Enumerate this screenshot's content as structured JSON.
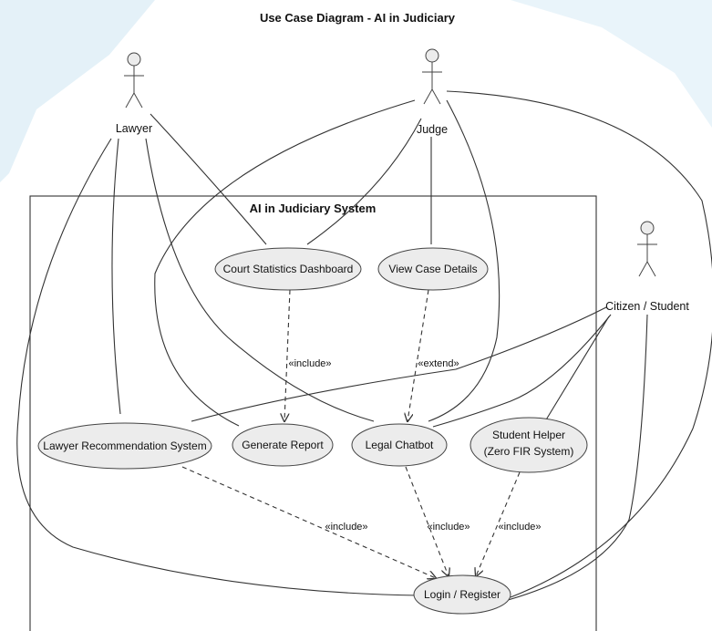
{
  "title": "Use Case Diagram - AI in Judiciary",
  "system": {
    "name": "AI in Judiciary System"
  },
  "actors": {
    "lawyer": "Lawyer",
    "judge": "Judge",
    "citizen": "Citizen / Student"
  },
  "use_cases": {
    "court_stats": "Court Statistics Dashboard",
    "view_case": "View Case Details",
    "lawyer_rec": "Lawyer Recommendation System",
    "gen_report": "Generate Report",
    "legal_chatbot": "Legal Chatbot",
    "student_helper_line1": "Student Helper",
    "student_helper_line2": "(Zero FIR System)",
    "login": "Login / Register"
  },
  "relations": {
    "include_court_report": "«include»",
    "extend_case_chatbot": "«extend»",
    "include_rec_login": "«include»",
    "include_chatbot_login": "«include»",
    "include_helper_login": "«include»"
  },
  "colors": {
    "background_band": "#e4f1f8",
    "usecase_fill": "#ececec",
    "line": "#333333"
  }
}
